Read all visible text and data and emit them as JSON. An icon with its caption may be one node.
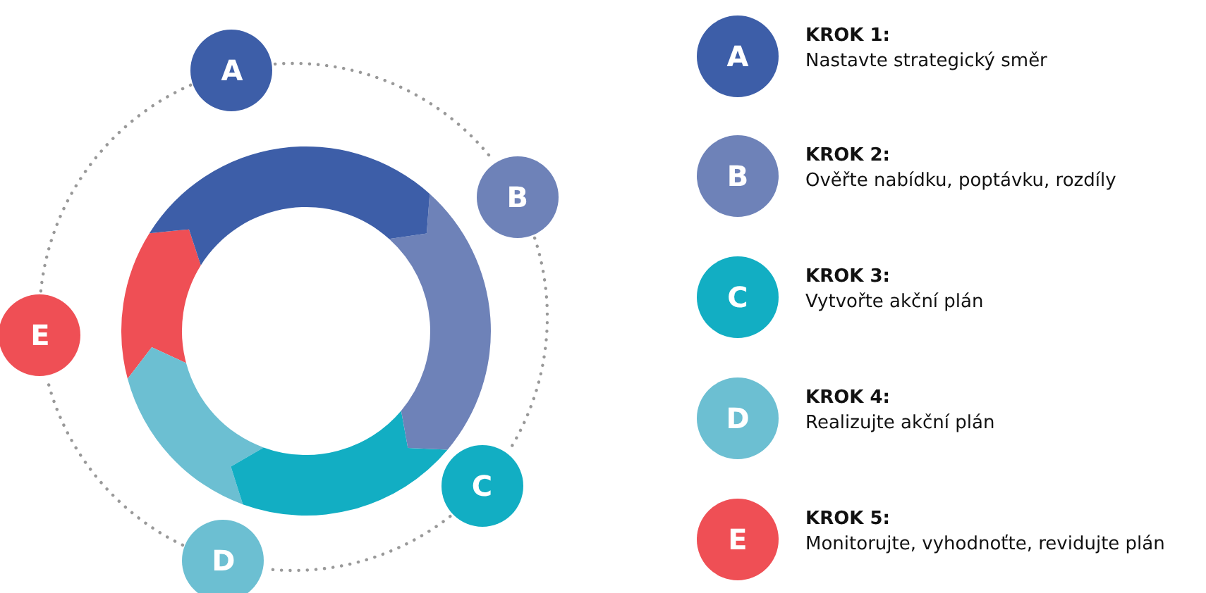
{
  "diagram": {
    "nodes": [
      {
        "text": [
          "A"
        ]
      },
      {
        "text": [
          "B"
        ]
      },
      {
        "text": [
          "C"
        ]
      },
      {
        "text": [
          "D"
        ]
      },
      {
        "text": [
          "E"
        ]
      },
      {
        "text": [
          "A"
        ],
        "beside": [
          "KROK 1:",
          "Nastavte strategický směr"
        ]
      },
      {
        "text": [
          "B"
        ],
        "beside": [
          "KROK 2:",
          "Ověřte nabídku, poptávku, rozdíly"
        ]
      },
      {
        "text": [
          "C"
        ],
        "beside": [
          "KROK 3:",
          "Vytvořte akční plán"
        ]
      },
      {
        "text": [
          "D"
        ],
        "beside": [
          "KROK 4:",
          "Realizujte akční plán"
        ]
      },
      {
        "text": [
          "E"
        ],
        "beside": [
          "KROK 5:",
          "Monitorujte, vyhodnoťte, revidujte plán"
        ]
      }
    ],
    "edges": [
      {
        "from": 0,
        "to": 1,
        "arrow": "none",
        "style": "dashed"
      },
      {
        "from": 1,
        "to": 2,
        "arrow": "none",
        "style": "dashed"
      },
      {
        "from": 2,
        "to": 3,
        "arrow": "none",
        "style": "dashed"
      },
      {
        "from": 3,
        "to": 4,
        "arrow": "none",
        "style": "dashed"
      },
      {
        "from": 4,
        "to": 0,
        "arrow": "none",
        "style": "dashed"
      }
    ]
  }
}
